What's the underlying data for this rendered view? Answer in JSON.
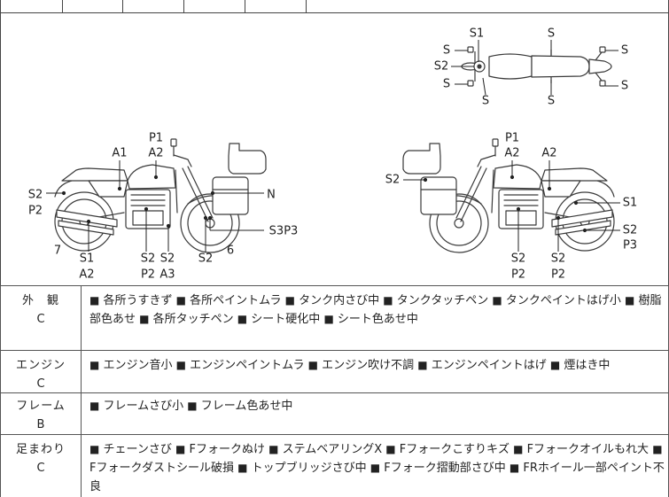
{
  "diagram": {
    "top_view_labels": [
      "S1",
      "S",
      "S",
      "S2",
      "S",
      "S",
      "S",
      "S",
      "S"
    ],
    "left_view_labels": [
      "P1",
      "A2",
      "A1",
      "S2",
      "P2",
      "N",
      "S3P3",
      "7",
      "S1",
      "A2",
      "S2",
      "P2",
      "S2",
      "A3",
      "S2",
      "6"
    ],
    "right_view_labels": [
      "P1",
      "A2",
      "A2",
      "S2",
      "S1",
      "S2",
      "P3",
      "S2",
      "P2",
      "S2",
      "P2"
    ]
  },
  "marker": "■",
  "sections": [
    {
      "name": "外　観",
      "grade": "C",
      "items": [
        "各所うすきず",
        "各所ペイントムラ",
        "タンク内さび中",
        "タンクタッチペン",
        "タンクペイントはげ小",
        "樹脂部色あせ",
        "各所タッチペン",
        "シート硬化中",
        "シート色あせ中"
      ]
    },
    {
      "name": "エンジン",
      "grade": "C",
      "items": [
        "エンジン音小",
        "エンジンペイントムラ",
        "エンジン吹け不調",
        "エンジンペイントはげ",
        "煙はき中"
      ]
    },
    {
      "name": "フレーム",
      "grade": "B",
      "items": [
        "フレームさび小",
        "フレーム色あせ中"
      ]
    },
    {
      "name": "足まわり",
      "grade": "C",
      "items": [
        "チェーンさび",
        "Fフォークぬけ",
        "ステムベアリングX",
        "Fフォークこすりキズ",
        "Fフォークオイルもれ大",
        "Fフォークダストシール破損",
        "トップブリッジさび中",
        "Fフォーク摺動部さび中",
        "FRホイール一部ペイント不良"
      ]
    }
  ]
}
